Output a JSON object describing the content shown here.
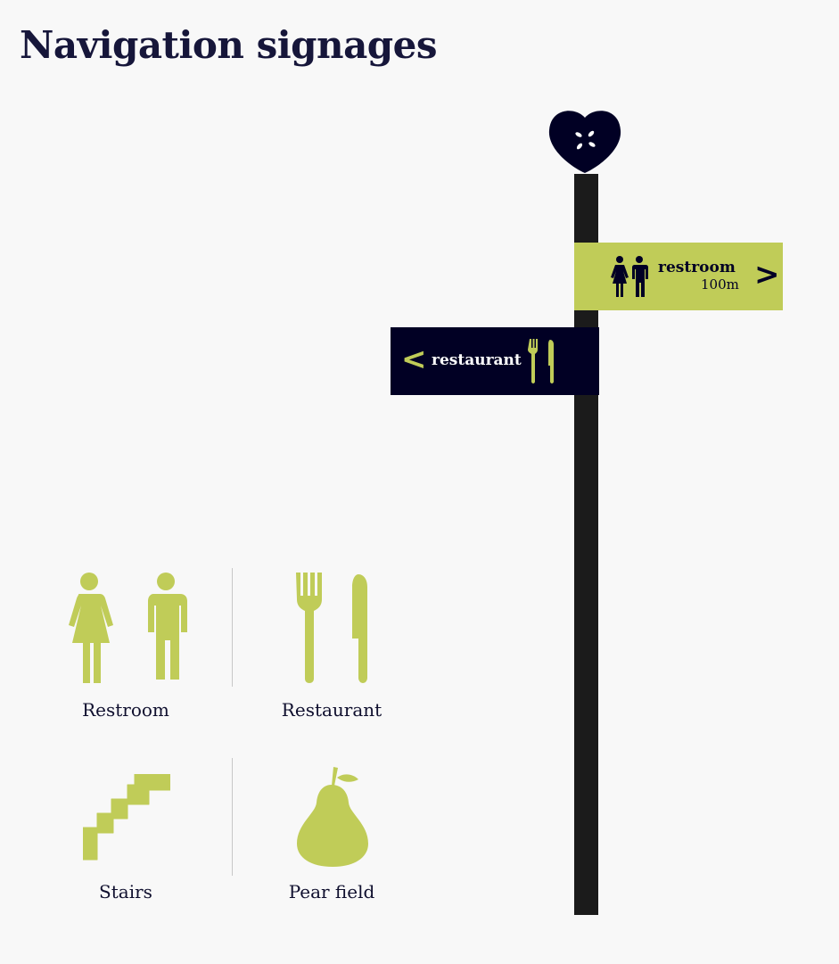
{
  "title": "Navigation signages",
  "colors": {
    "accent": "#c0cc58",
    "navy": "#010024",
    "pole": "#1b1b1b"
  },
  "signs": {
    "restroom": {
      "label": "restroom",
      "distance": "100m",
      "arrow": ">"
    },
    "restaurant": {
      "label": "restaurant",
      "arrow": "<"
    }
  },
  "icons": [
    {
      "label": "Restroom",
      "icon": "restroom-icon"
    },
    {
      "label": "Restaurant",
      "icon": "fork-knife-icon"
    },
    {
      "label": "Stairs",
      "icon": "stairs-icon"
    },
    {
      "label": "Pear field",
      "icon": "pear-icon"
    }
  ]
}
